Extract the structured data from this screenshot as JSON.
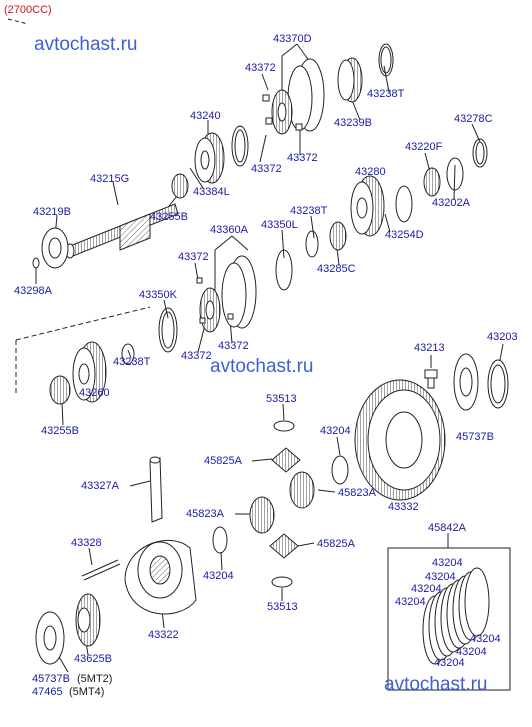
{
  "header": {
    "engine_code": "(2700CC)"
  },
  "watermark": {
    "text": "avtochast.ru"
  },
  "parts": {
    "p43370D": "43370D",
    "p43372_a": "43372",
    "p43238T_a": "43238T",
    "p43239B": "43239B",
    "p43240": "43240",
    "p43372_b": "43372",
    "p43372_c": "43372",
    "p43278C": "43278C",
    "p43220F": "43220F",
    "p43384L": "43384L",
    "p43215G": "43215G",
    "p43280": "43280",
    "p43202A": "43202A",
    "p43219B": "43219B",
    "p43255B_a": "43255B",
    "p43238T_b": "43238T",
    "p43360A": "43360A",
    "p43350L": "43350L",
    "p43254D": "43254D",
    "p43372_d": "43372",
    "p43285C": "43285C",
    "p43298A": "43298A",
    "p43350K": "43350K",
    "p43372_e": "43372",
    "p43372_f": "43372",
    "p43213": "43213",
    "p43203": "43203",
    "p43238T_c": "43238T",
    "p43255B_b": "43255B",
    "p43260": "43260",
    "p53513_a": "53513",
    "p43204_a": "43204",
    "p45737B_a": "45737B",
    "p45825A_a": "45825A",
    "p45823A_a": "45823A",
    "p43327A": "43327A",
    "p43332": "43332",
    "p45823A_b": "45823A",
    "p45842A": "45842A",
    "p43328": "43328",
    "p45825A_b": "45825A",
    "p43204_b": "43204",
    "p43204_s1": "43204",
    "p43204_s2": "43204",
    "p43204_s3": "43204",
    "p43204_s4": "43204",
    "p43204_s5": "43204",
    "p43204_s6": "43204",
    "p43204_s7": "43204",
    "p53513_b": "53513",
    "p43322": "43322",
    "p43625B": "43625B",
    "p45737B_b": "45737B",
    "p5mt2": "(5MT2)",
    "p47465": "47465",
    "p5mt4": "(5MT4)"
  },
  "colors": {
    "label": "#1a1aa8",
    "watermark": "#3c5fd6",
    "header": "#c8141e",
    "line": "#222222"
  }
}
